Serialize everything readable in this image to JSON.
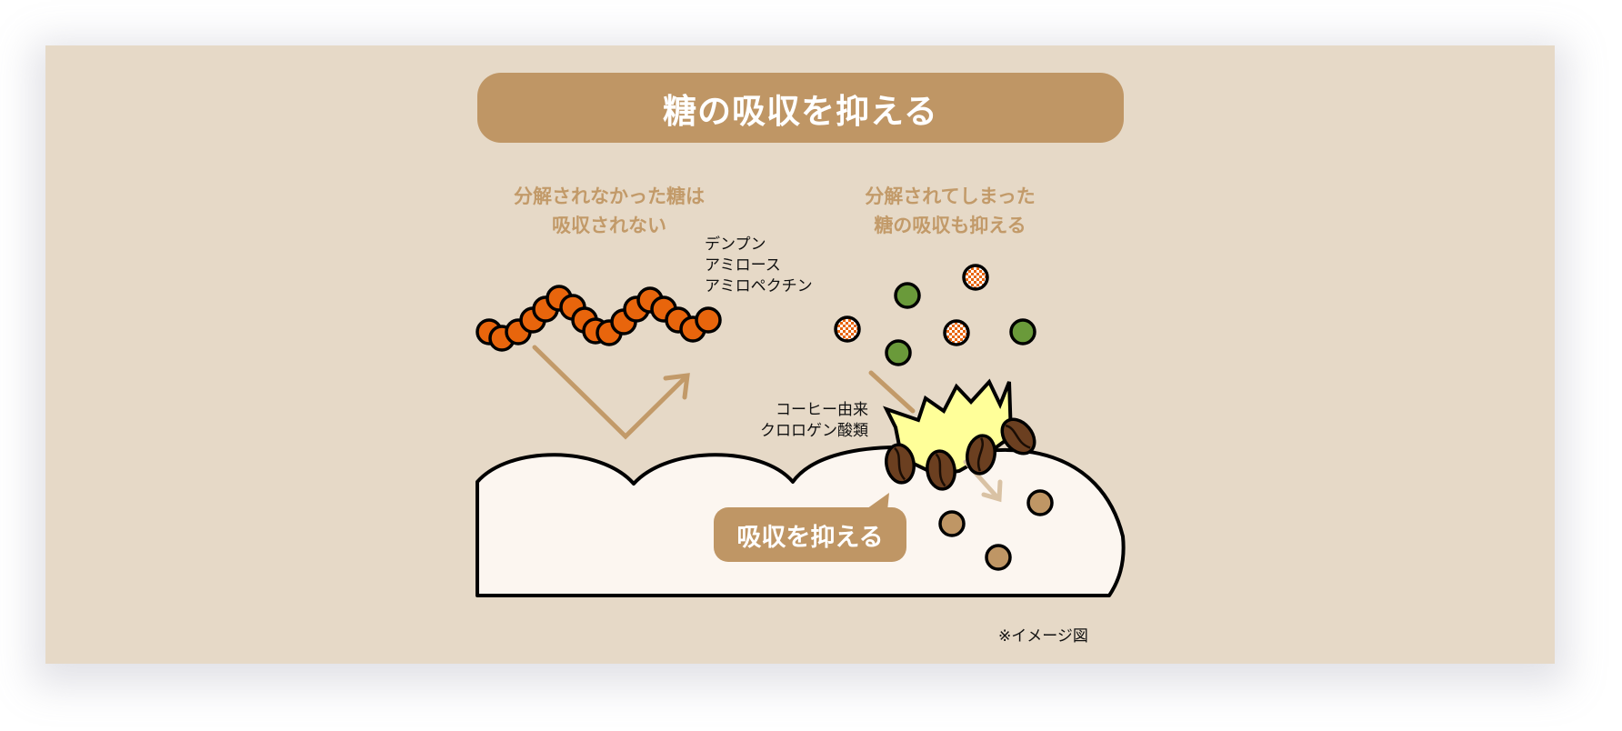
{
  "title": "糖の吸収を抑える",
  "left_heading": [
    "分解されなかった糖は",
    "吸収されない"
  ],
  "right_heading": [
    "分解されてしまった",
    "糖の吸収も抑える"
  ],
  "starch_labels": [
    "デンプン",
    "アミロース",
    "アミロペクチン"
  ],
  "coffee_labels": [
    "コーヒー由来",
    "クロロゲン酸類"
  ],
  "badge": "吸収を抑える",
  "note": "※イメージ図",
  "colors": {
    "background": "#e6d9c7",
    "accent": "#bf9665",
    "starch_bead": "#e8650c",
    "glucose_green": "#6a9a3a",
    "coffee_bean": "#6b3f20",
    "burst_yellow": "#ffff99",
    "intestine_fill": "#fcf6f0"
  }
}
